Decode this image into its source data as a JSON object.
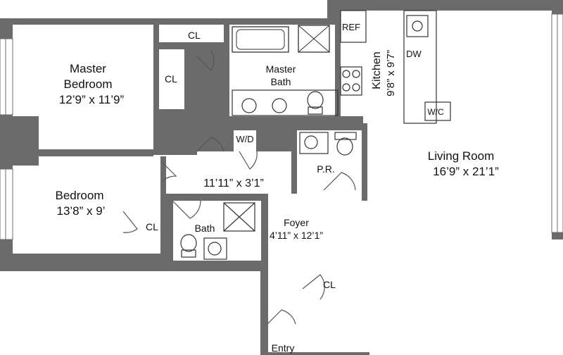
{
  "rooms": {
    "master_bedroom": {
      "name_line1": "Master",
      "name_line2": "Bedroom",
      "size": "12’9” x 11’9”"
    },
    "bedroom": {
      "name": "Bedroom",
      "size": "13’8” x 9’"
    },
    "hall": {
      "size": "11’11” x 3’1”"
    },
    "master_bath": {
      "name_line1": "Master",
      "name_line2": "Bath"
    },
    "bath": {
      "name": "Bath"
    },
    "kitchen": {
      "name": "Kitchen",
      "size": "9’8” x 9’7”"
    },
    "living_room": {
      "name": "Living Room",
      "size": "16’9” x 21’1”"
    },
    "foyer": {
      "name": "Foyer",
      "size": "4’11” x 12’1”"
    },
    "powder_room": {
      "name": "P.R."
    }
  },
  "fixtures": {
    "closet": "CL",
    "washer_dryer": "W/D",
    "refrigerator": "REF",
    "dishwasher": "DW",
    "wine_cooler": "W/C"
  },
  "entry_label": "Entry"
}
